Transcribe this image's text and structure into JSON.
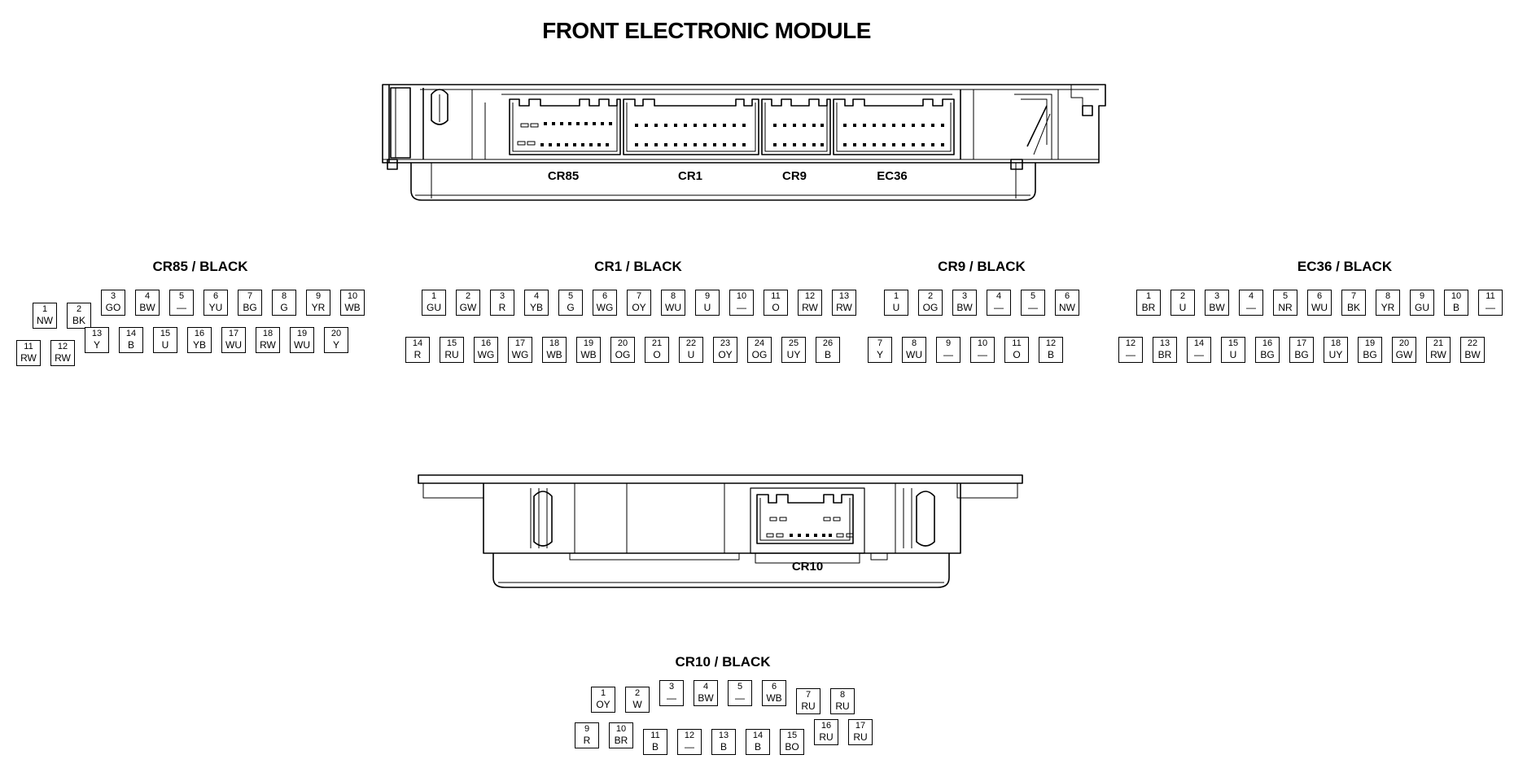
{
  "title": "FRONT ELECTRONIC MODULE",
  "module_labels": {
    "cr85": "CR85",
    "cr1": "CR1",
    "cr9": "CR9",
    "ec36": "EC36",
    "cr10": "CR10"
  },
  "connectors": [
    {
      "id": "cr85",
      "title": "CR85 / BLACK",
      "top": [
        {
          "n": "1",
          "w": "NW"
        },
        {
          "n": "2",
          "w": "BK"
        },
        {
          "n": "3",
          "w": "GO"
        },
        {
          "n": "4",
          "w": "BW"
        },
        {
          "n": "5",
          "w": "—"
        },
        {
          "n": "6",
          "w": "YU"
        },
        {
          "n": "7",
          "w": "BG"
        },
        {
          "n": "8",
          "w": "G"
        },
        {
          "n": "9",
          "w": "YR"
        },
        {
          "n": "10",
          "w": "WB"
        }
      ],
      "bottom": [
        {
          "n": "11",
          "w": "RW"
        },
        {
          "n": "12",
          "w": "RW"
        },
        {
          "n": "13",
          "w": "Y"
        },
        {
          "n": "14",
          "w": "B"
        },
        {
          "n": "15",
          "w": "U"
        },
        {
          "n": "16",
          "w": "YB"
        },
        {
          "n": "17",
          "w": "WU"
        },
        {
          "n": "18",
          "w": "RW"
        },
        {
          "n": "19",
          "w": "WU"
        },
        {
          "n": "20",
          "w": "Y"
        }
      ]
    },
    {
      "id": "cr1",
      "title": "CR1 / BLACK",
      "top": [
        {
          "n": "1",
          "w": "GU"
        },
        {
          "n": "2",
          "w": "GW"
        },
        {
          "n": "3",
          "w": "R"
        },
        {
          "n": "4",
          "w": "YB"
        },
        {
          "n": "5",
          "w": "G"
        },
        {
          "n": "6",
          "w": "WG"
        },
        {
          "n": "7",
          "w": "OY"
        },
        {
          "n": "8",
          "w": "WU"
        },
        {
          "n": "9",
          "w": "U"
        },
        {
          "n": "10",
          "w": "—"
        },
        {
          "n": "11",
          "w": "O"
        },
        {
          "n": "12",
          "w": "RW"
        },
        {
          "n": "13",
          "w": "RW"
        }
      ],
      "bottom": [
        {
          "n": "14",
          "w": "R"
        },
        {
          "n": "15",
          "w": "RU"
        },
        {
          "n": "16",
          "w": "WG"
        },
        {
          "n": "17",
          "w": "WG"
        },
        {
          "n": "18",
          "w": "WB"
        },
        {
          "n": "19",
          "w": "WB"
        },
        {
          "n": "20",
          "w": "OG"
        },
        {
          "n": "21",
          "w": "O"
        },
        {
          "n": "22",
          "w": "U"
        },
        {
          "n": "23",
          "w": "OY"
        },
        {
          "n": "24",
          "w": "OG"
        },
        {
          "n": "25",
          "w": "UY"
        },
        {
          "n": "26",
          "w": "B"
        }
      ]
    },
    {
      "id": "cr9",
      "title": "CR9 / BLACK",
      "top": [
        {
          "n": "1",
          "w": "U"
        },
        {
          "n": "2",
          "w": "OG"
        },
        {
          "n": "3",
          "w": "BW"
        },
        {
          "n": "4",
          "w": "—"
        },
        {
          "n": "5",
          "w": "—"
        },
        {
          "n": "6",
          "w": "NW"
        }
      ],
      "bottom": [
        {
          "n": "7",
          "w": "Y"
        },
        {
          "n": "8",
          "w": "WU"
        },
        {
          "n": "9",
          "w": "—"
        },
        {
          "n": "10",
          "w": "—"
        },
        {
          "n": "11",
          "w": "O"
        },
        {
          "n": "12",
          "w": "B"
        }
      ]
    },
    {
      "id": "ec36",
      "title": "EC36 / BLACK",
      "top": [
        {
          "n": "1",
          "w": "BR"
        },
        {
          "n": "2",
          "w": "U"
        },
        {
          "n": "3",
          "w": "BW"
        },
        {
          "n": "4",
          "w": "—"
        },
        {
          "n": "5",
          "w": "NR"
        },
        {
          "n": "6",
          "w": "WU"
        },
        {
          "n": "7",
          "w": "BK"
        },
        {
          "n": "8",
          "w": "YR"
        },
        {
          "n": "9",
          "w": "GU"
        },
        {
          "n": "10",
          "w": "B"
        },
        {
          "n": "11",
          "w": "—"
        }
      ],
      "bottom": [
        {
          "n": "12",
          "w": "—"
        },
        {
          "n": "13",
          "w": "BR"
        },
        {
          "n": "14",
          "w": "—"
        },
        {
          "n": "15",
          "w": "U"
        },
        {
          "n": "16",
          "w": "BG"
        },
        {
          "n": "17",
          "w": "BG"
        },
        {
          "n": "18",
          "w": "UY"
        },
        {
          "n": "19",
          "w": "BG"
        },
        {
          "n": "20",
          "w": "GW"
        },
        {
          "n": "21",
          "w": "RW"
        },
        {
          "n": "22",
          "w": "BW"
        }
      ]
    },
    {
      "id": "cr10",
      "title": "CR10 / BLACK",
      "top": [
        {
          "n": "1",
          "w": "OY"
        },
        {
          "n": "2",
          "w": "W"
        },
        {
          "n": "3",
          "w": "—"
        },
        {
          "n": "4",
          "w": "BW"
        },
        {
          "n": "5",
          "w": "—"
        },
        {
          "n": "6",
          "w": "WB"
        },
        {
          "n": "7",
          "w": "RU"
        },
        {
          "n": "8",
          "w": "RU"
        }
      ],
      "bottom": [
        {
          "n": "9",
          "w": "R"
        },
        {
          "n": "10",
          "w": "BR"
        },
        {
          "n": "11",
          "w": "B"
        },
        {
          "n": "12",
          "w": "—"
        },
        {
          "n": "13",
          "w": "B"
        },
        {
          "n": "14",
          "w": "B"
        },
        {
          "n": "15",
          "w": "BO"
        },
        {
          "n": "16",
          "w": "RU"
        },
        {
          "n": "17",
          "w": "RU"
        }
      ]
    }
  ]
}
